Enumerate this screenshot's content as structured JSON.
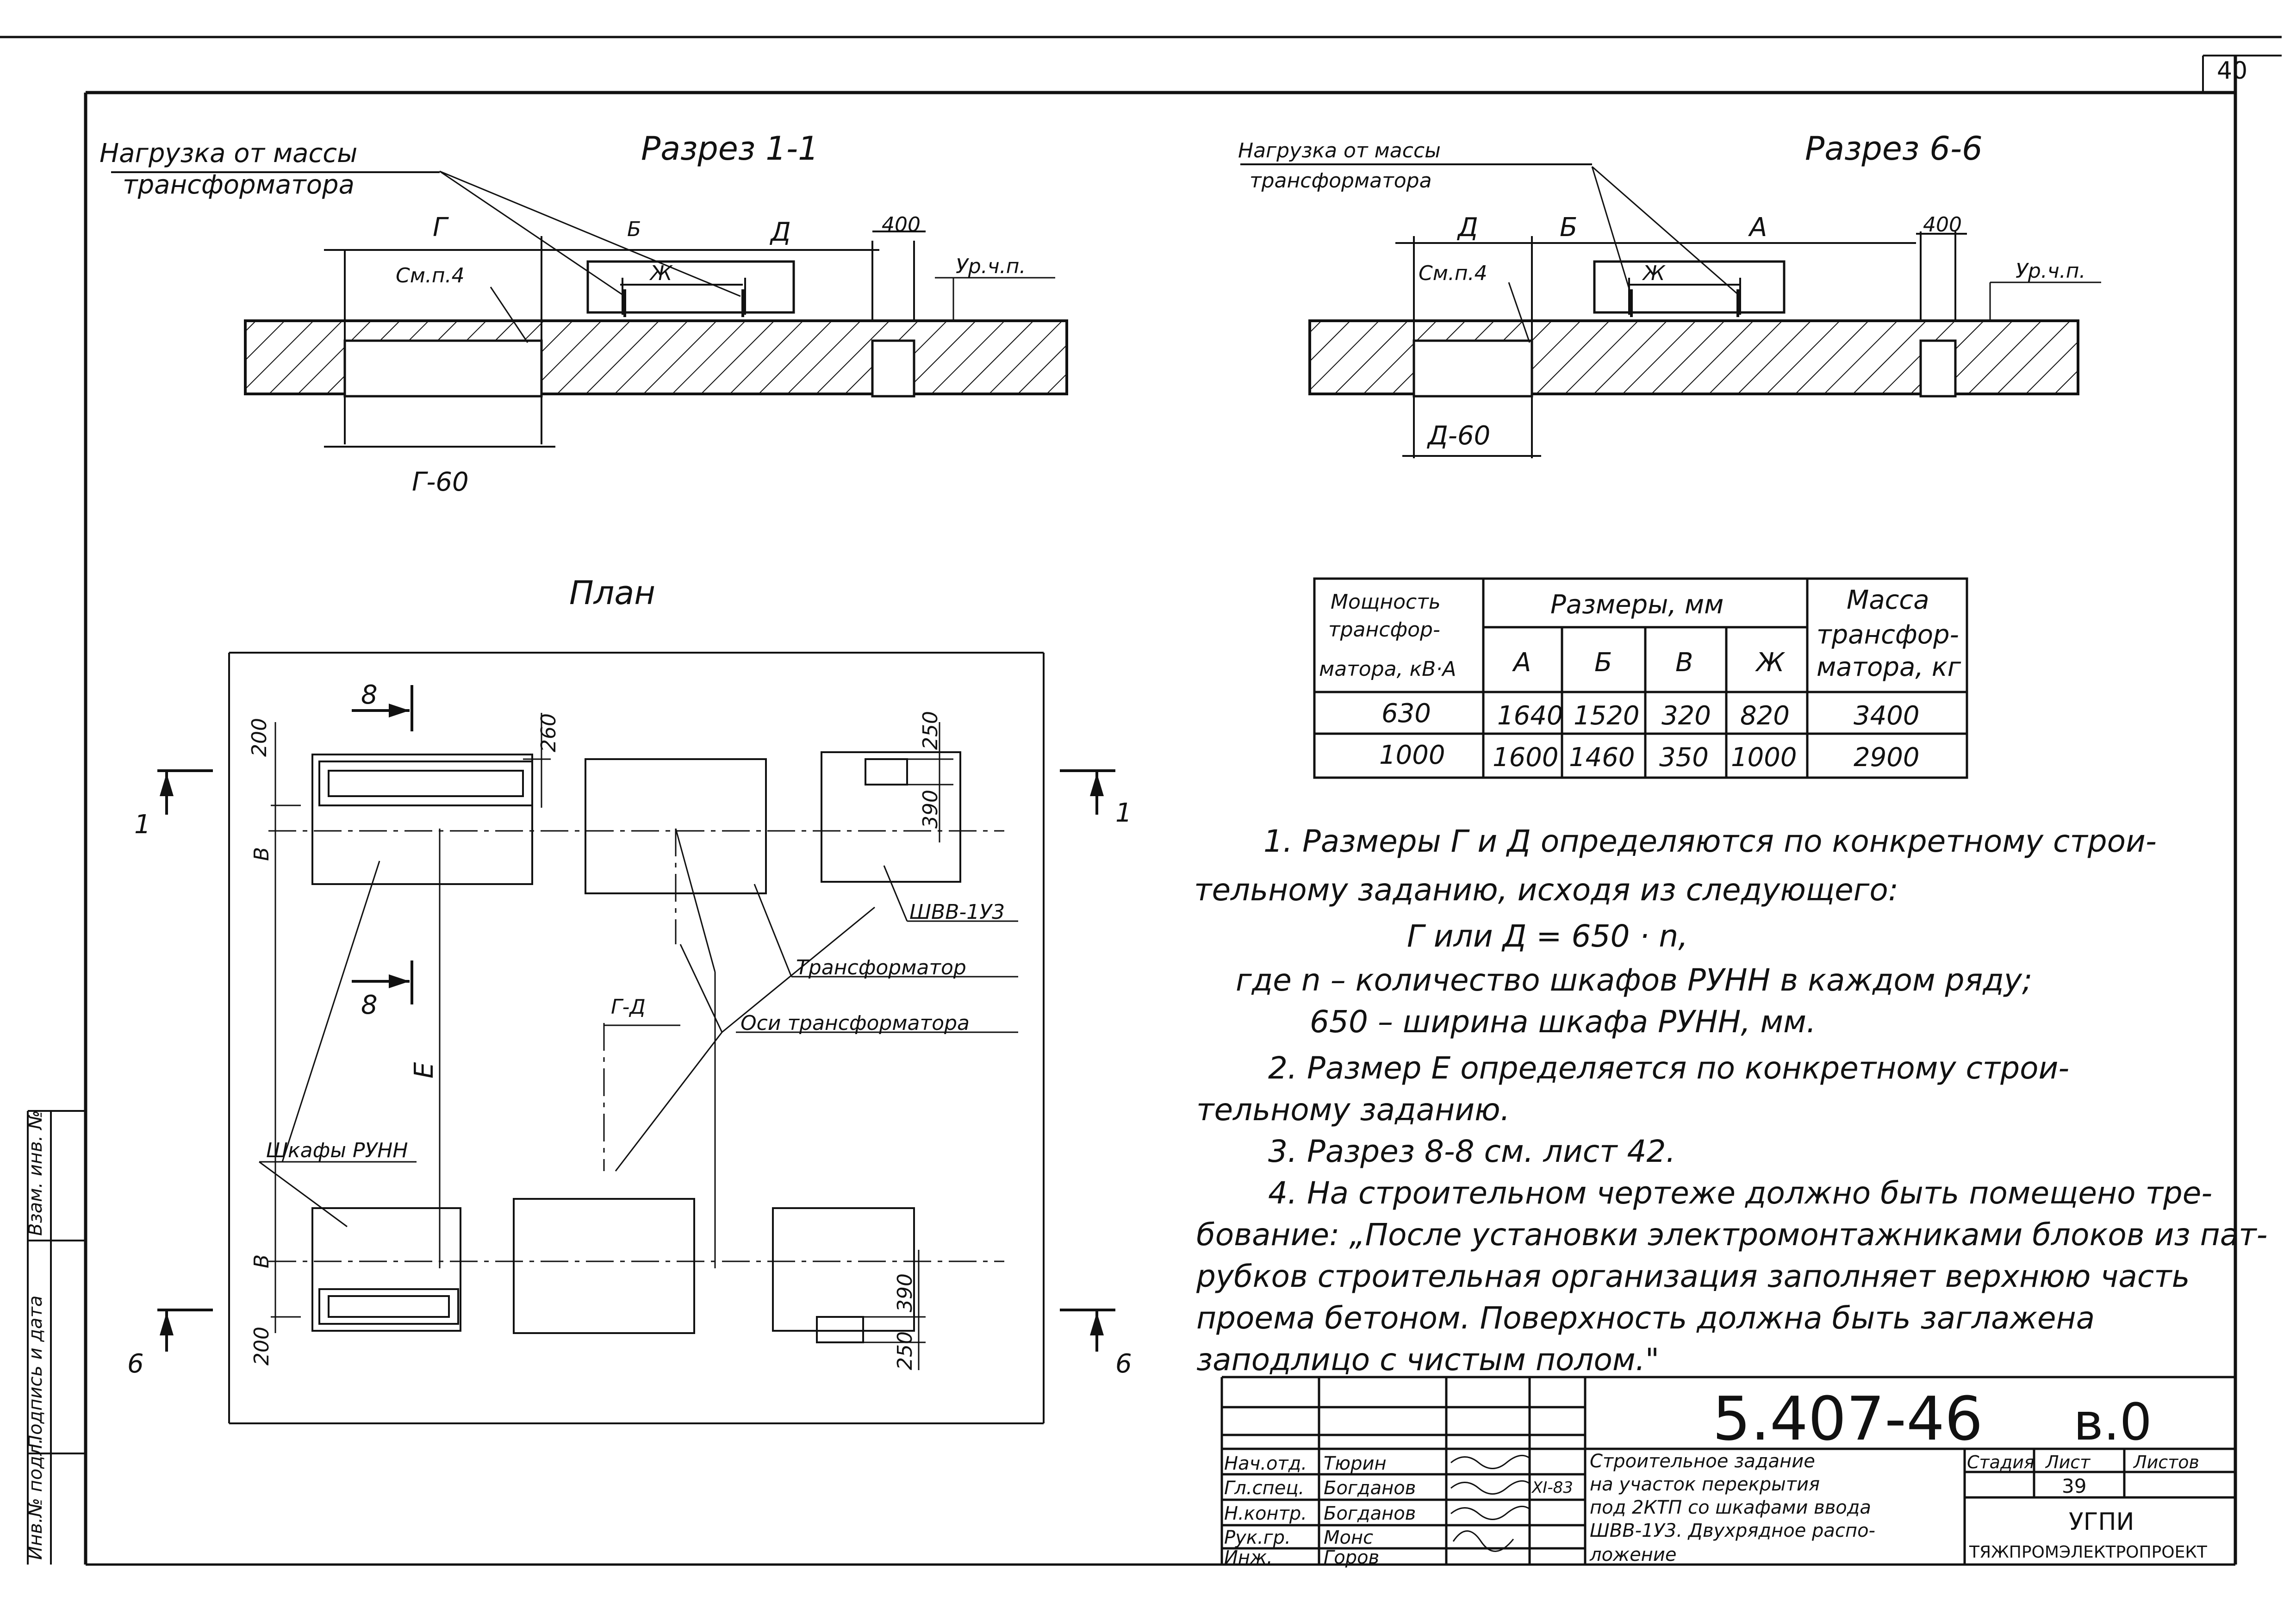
{
  "page_number": "40",
  "section11": {
    "title": "Разрез 1-1",
    "load_label_line1": "Нагрузка от массы",
    "load_label_line2": "трансформатора",
    "dim_G": "Г",
    "dim_B": "Б",
    "dim_D": "Д",
    "dim_Zh": "Ж",
    "dim_400": "400",
    "floor_level": "Ур.ч.п.",
    "see_note": "См.п.4",
    "dim_G60": "Г-60"
  },
  "section66": {
    "title": "Разрез 6-6",
    "load_label_line1": "Нагрузка от массы",
    "load_label_line2": "трансформатора",
    "dim_D": "Д",
    "dim_B": "Б",
    "dim_A": "А",
    "dim_Zh": "Ж",
    "dim_400": "400",
    "floor_level": "Ур.ч.п.",
    "see_note": "См.п.4",
    "dim_D60": "Д-60"
  },
  "plan": {
    "title": "План",
    "label_8": "8",
    "label_1": "1",
    "label_6": "6",
    "dim_200": "200",
    "dim_260": "260",
    "dim_250": "250",
    "dim_390": "390",
    "dim_V": "В",
    "dim_E": "Е",
    "dim_GD": "Г-Д",
    "label_shvv": "ШВВ-1У3",
    "label_transformer": "Трансформатор",
    "label_axes": "Оси трансформатора",
    "label_cabinets": "Шкафы РУНН"
  },
  "table": {
    "header_power": [
      "Мощность",
      "трансфор-",
      "матора, кВ·А"
    ],
    "header_sizes": "Размеры, мм",
    "header_mass": [
      "Масса",
      "трансфор-",
      "матора, кг"
    ],
    "sub_headers": [
      "А",
      "Б",
      "В",
      "Ж"
    ],
    "rows": [
      [
        "630",
        "1640",
        "1520",
        "320",
        "820",
        "3400"
      ],
      [
        "1000",
        "1600",
        "1460",
        "350",
        "1000",
        "2900"
      ]
    ]
  },
  "notes": {
    "n1_line1": "1. Размеры Г и Д определяются по конкретному строи-",
    "n1_line2": "тельному заданию, исходя из следующего:",
    "n1_formula": "Г или Д = 650 · n,",
    "n1_where": "где   n – количество шкафов РУНН в каждом ряду;",
    "n1_650": "650 – ширина шкафа РУНН, мм.",
    "n2_line1": "2. Размер Е определяется по конкретному строи-",
    "n2_line2": "тельному заданию.",
    "n3": "3. Разрез 8-8 см. лист 42.",
    "n4_line1": "4. На строительном чертеже должно быть помещено тре-",
    "n4_line2": "бование: „После установки электромонтажниками блоков из пат-",
    "n4_line3": "рубков строительная организация заполняет верхнюю часть",
    "n4_line4": "проема бетоном. Поверхность должна быть заглажена",
    "n4_line5": "заподлицо с чистым полом.\""
  },
  "title_block": {
    "doc_code": "5.407-46",
    "doc_version": "в.0",
    "roles": [
      "Нач.отд.",
      "Гл.спец.",
      "Н.контр.",
      "Рук.гр.",
      "Инж."
    ],
    "names": [
      "Тюрин",
      "Богданов",
      "Богданов",
      "Монс",
      "Горов"
    ],
    "date": "XI-83",
    "description_lines": [
      "Строительное задание",
      "на участок перекрытия",
      "под 2КТП со шкафами ввода",
      "ШВВ-1У3. Двухрядное распо-",
      "ложение"
    ],
    "stage_label": "Стадия",
    "sheet_label": "Лист",
    "sheets_label": "Листов",
    "sheet_no": "39",
    "org_line1": "УГПИ",
    "org_line2": "ТЯЖПРОМЭЛЕКТРОПРОЕКТ"
  },
  "side_stamp": [
    "Инв.№ подл.",
    "Подпись и дата",
    "Взам. инв. №"
  ]
}
